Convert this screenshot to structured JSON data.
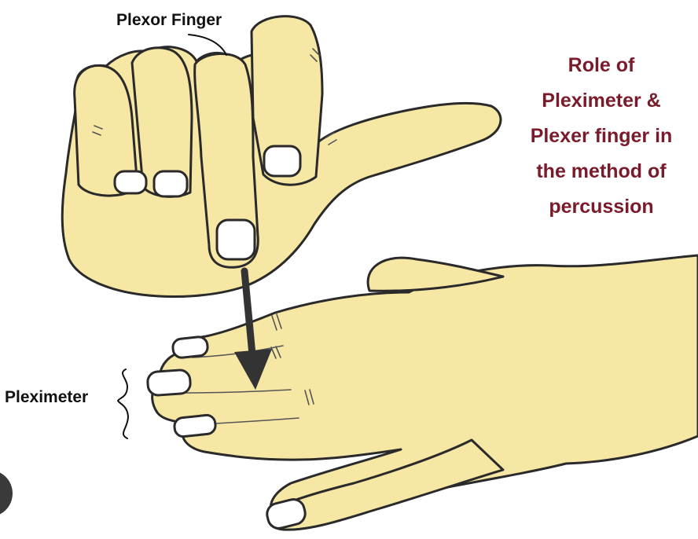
{
  "labels": {
    "plexor": "Plexor Finger",
    "pleximeter": "Pleximeter"
  },
  "title": {
    "lines": [
      "Role of",
      "Pleximeter &",
      "Plexer finger in",
      "the method of",
      "percussion"
    ],
    "color": "#7a1b2c"
  },
  "colors": {
    "skin": "#f6e7a5",
    "outline": "#2a2a2a",
    "arrow": "#333333"
  }
}
